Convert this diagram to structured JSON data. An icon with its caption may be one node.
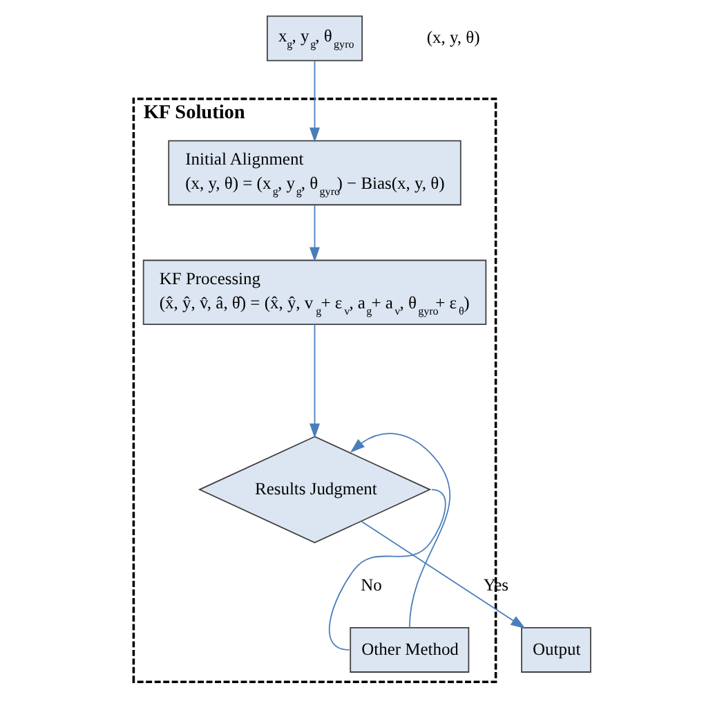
{
  "diagram": {
    "nodes": [
      {
        "text": [
          "x$_{g}$, y$_{g}$, θ$_{gyro}$"
        ]
      },
      {
        "text": [
          "KF Solution"
        ]
      },
      {
        "text": [
          "Initial Alignment",
          "(x, y, θ) = (x$_{g}$, y$_{g}$, θ$_{gyro}$) − Bias(x, y, θ)"
        ],
        "in": 1
      },
      {
        "text": [
          "KF Processing",
          "(x̂, ŷ, v̂, â, θ̂) = (x̂, ŷ, v$_{g}$+ ε$_{v}$, a$_{g}$+ a$_{v}$, θ$_{gyro}$+ ε$_{θ}$)"
        ],
        "in": 1
      },
      {
        "text": [
          "Results Judgment"
        ],
        "in": 1
      },
      {
        "text": [
          "Other Method"
        ],
        "in": 1
      },
      {
        "text": [
          "Output"
        ]
      }
    ],
    "edges": [
      {
        "from": 0,
        "to": 2,
        "arrow": "to"
      },
      {
        "from": 2,
        "to": 3,
        "arrow": "to"
      },
      {
        "from": 3,
        "to": 4,
        "arrow": "to"
      },
      {
        "from": 4,
        "to": 5,
        "label": "No",
        "arrow": "none"
      },
      {
        "from": 5,
        "to": 4,
        "arrow": "to"
      },
      {
        "from": 4,
        "to": 6,
        "label": "Yes",
        "arrow": "to"
      }
    ],
    "labels": [
      "(x, y, θ)"
    ]
  }
}
